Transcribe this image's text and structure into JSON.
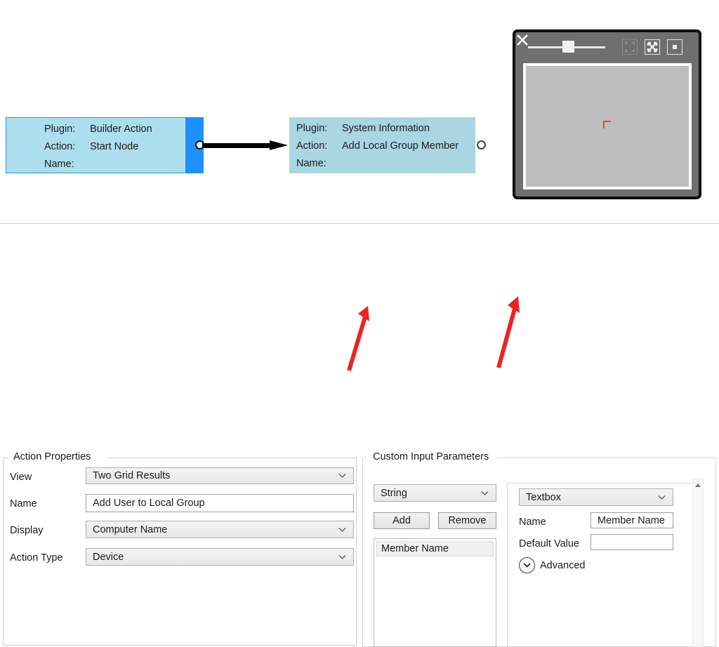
{
  "canvas": {
    "nodes": [
      {
        "id": "start",
        "plugin_label": "Plugin:",
        "plugin_value": "Builder Action",
        "action_label": "Action:",
        "action_value": "Start Node",
        "name_label": "Name:",
        "name_value": "",
        "fill": "#addeee",
        "accent": "#1e90ff"
      },
      {
        "id": "sysinfo",
        "plugin_label": "Plugin:",
        "plugin_value": "System Information",
        "action_label": "Action:",
        "action_value": "Add Local Group Member",
        "name_label": "Name:",
        "name_value": "",
        "fill": "#a9d6e0",
        "accent": "#a9d6e0"
      }
    ]
  },
  "mini_window": {
    "buttons": [
      {
        "name": "fit-screen-icon",
        "title": "Fit"
      },
      {
        "name": "expand-icon",
        "title": "Expand"
      },
      {
        "name": "minimize-icon",
        "title": "Minimize"
      },
      {
        "name": "close-icon",
        "title": "Close"
      }
    ],
    "slider_value": 45
  },
  "action_properties": {
    "title": "Action Properties",
    "fields": [
      {
        "label": "View",
        "value": "Two Grid Results",
        "type": "combo"
      },
      {
        "label": "Name",
        "value": "Add User to Local Group",
        "type": "text"
      },
      {
        "label": "Display",
        "value": "Computer Name",
        "type": "combo"
      },
      {
        "label": "Action Type",
        "value": "Device",
        "type": "combo"
      }
    ]
  },
  "custom_input_parameters": {
    "title": "Custom Input Parameters",
    "type_select": "String",
    "add_label": "Add",
    "remove_label": "Remove",
    "list_items": [
      "Member Name"
    ],
    "detail": {
      "control_select": "Textbox",
      "name_label": "Name",
      "name_value": "Member Name",
      "default_label": "Default Value",
      "default_value": "",
      "advanced_label": "Advanced"
    }
  },
  "colors": {
    "node_fill": "#addeee",
    "node_accent": "#1e90ff",
    "annotation_arrow": "#ee2222",
    "cursor_mark": "#ef4136"
  }
}
